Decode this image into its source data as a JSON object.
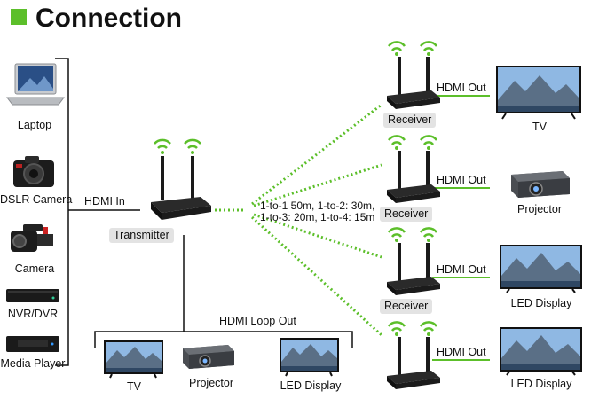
{
  "header": {
    "title": "Connection"
  },
  "sources": [
    {
      "label": "Laptop"
    },
    {
      "label": "DSLR Camera"
    },
    {
      "label": "Camera"
    },
    {
      "label": "NVR/DVR"
    },
    {
      "label": "Media Player"
    }
  ],
  "links": {
    "hdmi_in": "HDMI In",
    "hdmi_loop_out": "HDMI Loop Out",
    "hdmi_out": "HDMI Out",
    "range_line1": "1-to-1 50m, 1-to-2: 30m,",
    "range_line2": "1-to-3: 20m, 1-to-4: 15m"
  },
  "transmitter": {
    "label": "Transmitter"
  },
  "receivers": [
    {
      "label": "Receiver",
      "display": "TV"
    },
    {
      "label": "Receiver",
      "display": "Projector"
    },
    {
      "label": "Receiver",
      "display": "LED Display"
    },
    {
      "label": "",
      "display": "LED Display"
    }
  ],
  "loop_outputs": [
    {
      "label": "TV"
    },
    {
      "label": "Projector"
    },
    {
      "label": "LED Display"
    }
  ],
  "colors": {
    "accent": "#5cbf2a",
    "wire": "#111111",
    "pill": "#e3e3e3"
  }
}
